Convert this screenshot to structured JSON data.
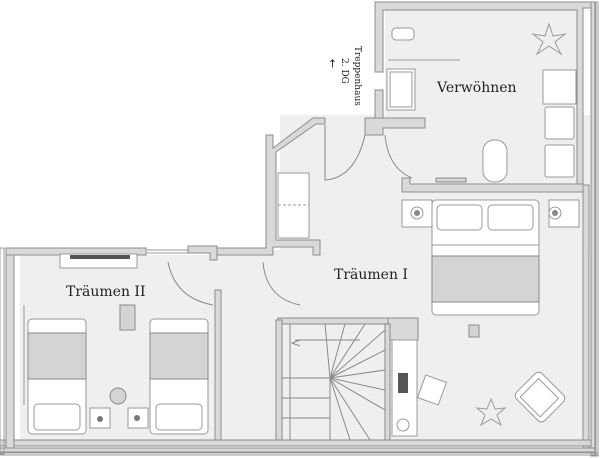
{
  "rooms": {
    "verwoehnen": {
      "label": "Verwöhnen"
    },
    "traeumen_1": {
      "label": "Träumen I"
    },
    "traeumen_2": {
      "label": "Träumen II"
    }
  },
  "stairwell": {
    "label_line1": "Treppenhaus",
    "label_line2": "2. DG",
    "arrow": "←"
  },
  "colors": {
    "wall_fill": "#d9d9d9",
    "wall_stroke": "#8c8c8c",
    "floor": "#efefef",
    "furniture": "#ffffff",
    "bed_blanket": "#d4d4d4",
    "text": "#222222"
  }
}
